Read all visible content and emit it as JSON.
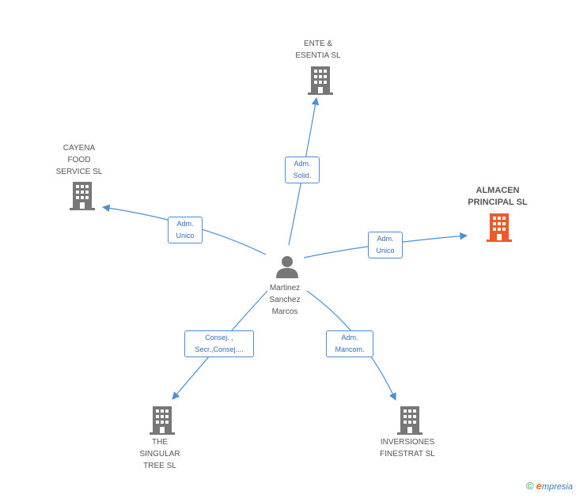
{
  "colors": {
    "edge": "#4a90d9",
    "building": "#777777",
    "building_focus": "#f05a28",
    "person": "#777777"
  },
  "person": {
    "name": "Martinez\nSanchez\nMarcos",
    "icon": "person-icon"
  },
  "companies": [
    {
      "id": "ente",
      "name": "ENTE &\nESENTIA SL",
      "focus": false,
      "icon": "building-icon"
    },
    {
      "id": "cayena",
      "name": "CAYENA\nFOOD\nSERVICE SL",
      "focus": false,
      "icon": "building-icon"
    },
    {
      "id": "almacen",
      "name": "ALMACEN\nPRINCIPAL SL",
      "focus": true,
      "icon": "building-icon"
    },
    {
      "id": "singular",
      "name": "THE\nSINGULAR\nTREE SL",
      "focus": false,
      "icon": "building-icon"
    },
    {
      "id": "inversiones",
      "name": "INVERSIONES\nFINESTRAT SL",
      "focus": false,
      "icon": "building-icon"
    }
  ],
  "edges": [
    {
      "to": "ente",
      "label": "Adm.\nSolid."
    },
    {
      "to": "cayena",
      "label": "Adm.\nUnico"
    },
    {
      "to": "almacen",
      "label": "Adm.\nUnico"
    },
    {
      "to": "singular",
      "label": "Consej. ,\nSecr.,Consej...."
    },
    {
      "to": "inversiones",
      "label": "Adm.\nMancom."
    }
  ],
  "footer": {
    "copyright": "©",
    "brand_initial": "e",
    "brand_rest": "mpresia"
  }
}
